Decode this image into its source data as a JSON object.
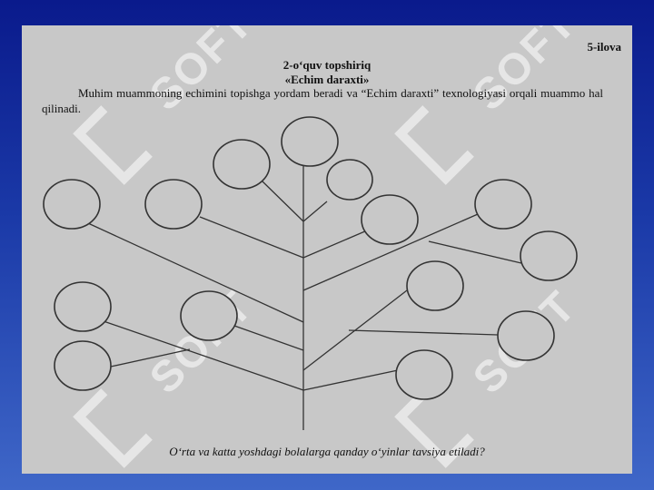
{
  "document": {
    "appendix_label": "5-ilova",
    "title_line1": "2-o‘quv topshiriq",
    "title_line2": "«Echim daraxti»",
    "description": "Muhim muammoning echimini topishga yordam beradi va “Echim daraxti” texnologiyasi orqali muammo hal qilinadi.",
    "question": "O‘rta va katta yoshdagi bolalarga qanday o‘yinlar tavsiya etiladi?",
    "watermark_text": "SOFT"
  },
  "colors": {
    "background_top": "#0a1a8c",
    "background_bottom": "#3f67c8",
    "slide": "#c8c8c8",
    "line": "#333333",
    "watermark": "#ffffff"
  }
}
